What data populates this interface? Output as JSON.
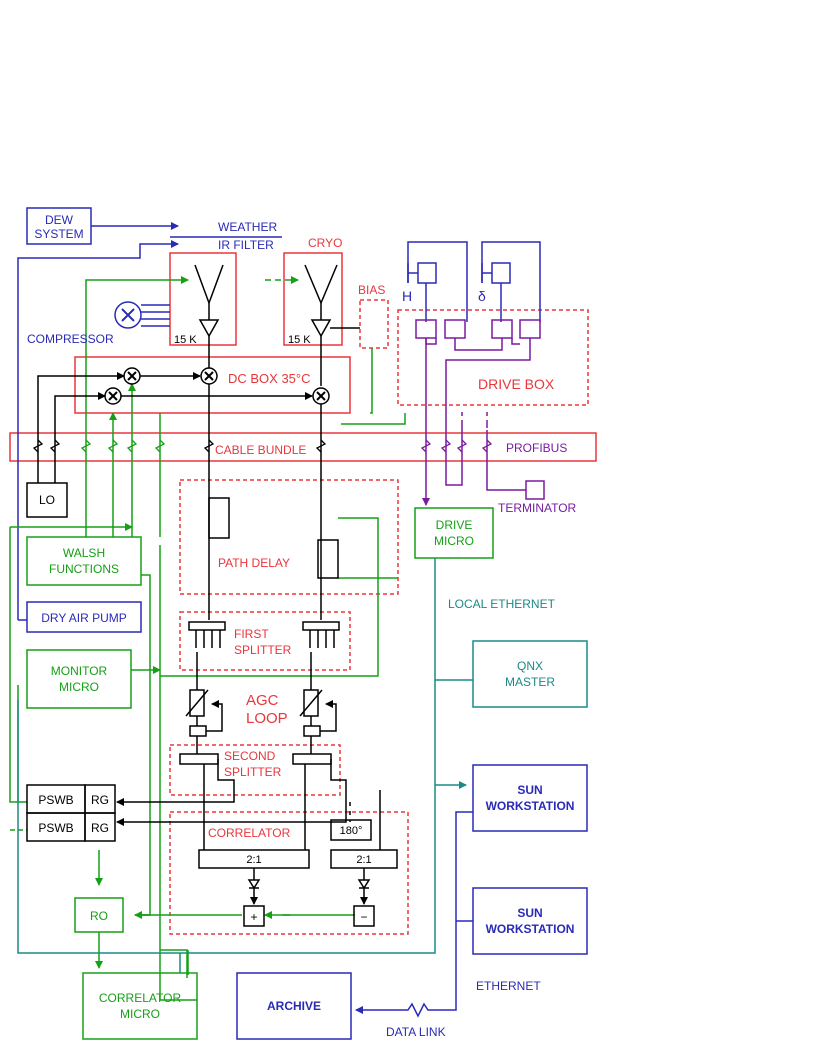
{
  "colors": {
    "blue": "#2a2ab8",
    "red": "#e8363c",
    "green": "#16a016",
    "teal": "#1a8a86",
    "purple": "#7a1aa0",
    "black": "#000000"
  },
  "labels": {
    "dew_system_1": "DEW",
    "dew_system_2": "SYSTEM",
    "weather": "WEATHER",
    "ir_filter": "IR FILTER",
    "cryo": "CRYO",
    "bias": "BIAS",
    "h_axis": "H",
    "delta_axis": "δ",
    "compressor": "COMPRESSOR",
    "stage_temp_1": "15 K",
    "stage_temp_2": "15 K",
    "dc_box": "DC BOX 35°C",
    "drive_box": "DRIVE BOX",
    "cable_bundle": "CABLE BUNDLE",
    "profibus": "PROFIBUS",
    "lo": "LO",
    "terminator": "TERMINATOR",
    "drive_micro_1": "DRIVE",
    "drive_micro_2": "MICRO",
    "walsh_1": "WALSH",
    "walsh_2": "FUNCTIONS",
    "path_delay": "PATH DELAY",
    "local_ethernet": "LOCAL ETHERNET",
    "dry_air_pump": "DRY AIR PUMP",
    "first_splitter_1": "FIRST",
    "first_splitter_2": "SPLITTER",
    "monitor_micro_1": "MONITOR",
    "monitor_micro_2": "MICRO",
    "qnx_1": "QNX",
    "qnx_2": "MASTER",
    "agc_1": "AGC",
    "agc_2": "LOOP",
    "second_splitter_1": "SECOND",
    "second_splitter_2": "SPLITTER",
    "pswb_1": "PSWB",
    "rg_1": "RG",
    "pswb_2": "PSWB",
    "rg_2": "RG",
    "sun1_1": "SUN",
    "sun1_2": "WORKSTATION",
    "correlator": "CORRELATOR",
    "phase_180": "180°",
    "ratio_1": "2:1",
    "ratio_2": "2:1",
    "ro": "RO",
    "plus": "+",
    "minus": "−",
    "sun2_1": "SUN",
    "sun2_2": "WORKSTATION",
    "ethernet": "ETHERNET",
    "correlator_micro_1": "CORRELATOR",
    "correlator_micro_2": "MICRO",
    "archive": "ARCHIVE",
    "data_link": "DATA LINK"
  }
}
